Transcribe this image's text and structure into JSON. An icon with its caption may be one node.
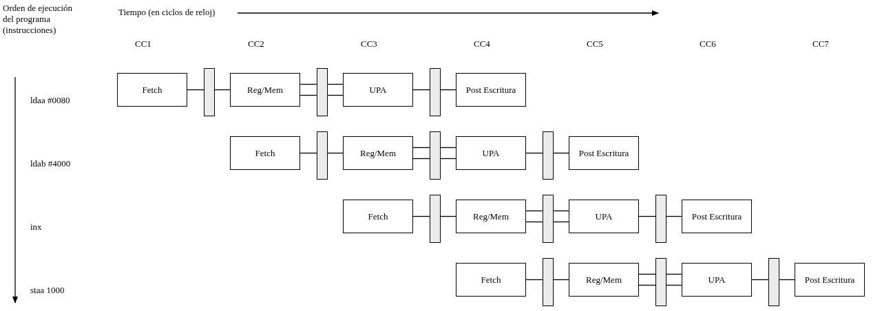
{
  "diagram": {
    "nodes": [
      {
        "text": [
          "Fetch"
        ]
      },
      {
        "text": [],
        "shape": "bar"
      },
      {
        "text": [
          "Reg/Mem"
        ]
      },
      {
        "text": [],
        "shape": "bar"
      },
      {
        "text": [
          "UPA"
        ]
      },
      {
        "text": [],
        "shape": "bar"
      },
      {
        "text": [
          "Post Escritura"
        ]
      },
      {
        "text": [
          "Fetch"
        ]
      },
      {
        "text": [],
        "shape": "bar"
      },
      {
        "text": [
          "Reg/Mem"
        ]
      },
      {
        "text": [],
        "shape": "bar"
      },
      {
        "text": [
          "UPA"
        ]
      },
      {
        "text": [],
        "shape": "bar"
      },
      {
        "text": [
          "Post Escritura"
        ]
      },
      {
        "text": [
          "Fetch"
        ]
      },
      {
        "text": [],
        "shape": "bar"
      },
      {
        "text": [
          "Reg/Mem"
        ]
      },
      {
        "text": [],
        "shape": "bar"
      },
      {
        "text": [
          "UPA"
        ]
      },
      {
        "text": [],
        "shape": "bar"
      },
      {
        "text": [
          "Post Escritura"
        ]
      },
      {
        "text": [
          "Fetch"
        ]
      },
      {
        "text": [],
        "shape": "bar"
      },
      {
        "text": [
          "Reg/Mem"
        ]
      },
      {
        "text": [],
        "shape": "bar"
      },
      {
        "text": [
          "UPA"
        ]
      },
      {
        "text": [],
        "shape": "bar"
      },
      {
        "text": [
          "Post Escritura"
        ]
      }
    ],
    "edges": [
      {
        "from": 0,
        "to": 1,
        "arrow": "none"
      },
      {
        "from": 1,
        "to": 2,
        "arrow": "none"
      },
      {
        "from": 2,
        "to": 3,
        "arrow": "none"
      },
      {
        "from": 2,
        "to": 3,
        "arrow": "none"
      },
      {
        "from": 3,
        "to": 4,
        "arrow": "none"
      },
      {
        "from": 3,
        "to": 4,
        "arrow": "none"
      },
      {
        "from": 4,
        "to": 5,
        "arrow": "none"
      },
      {
        "from": 5,
        "to": 6,
        "arrow": "none"
      },
      {
        "from": 7,
        "to": 8,
        "arrow": "none"
      },
      {
        "from": 8,
        "to": 9,
        "arrow": "none"
      },
      {
        "from": 9,
        "to": 10,
        "arrow": "none"
      },
      {
        "from": 9,
        "to": 10,
        "arrow": "none"
      },
      {
        "from": 10,
        "to": 11,
        "arrow": "none"
      },
      {
        "from": 10,
        "to": 11,
        "arrow": "none"
      },
      {
        "from": 11,
        "to": 12,
        "arrow": "none"
      },
      {
        "from": 12,
        "to": 13,
        "arrow": "none"
      },
      {
        "from": 14,
        "to": 15,
        "arrow": "none"
      },
      {
        "from": 15,
        "to": 16,
        "arrow": "none"
      },
      {
        "from": 16,
        "to": 17,
        "arrow": "none"
      },
      {
        "from": 16,
        "to": 17,
        "arrow": "none"
      },
      {
        "from": 17,
        "to": 18,
        "arrow": "none"
      },
      {
        "from": 17,
        "to": 18,
        "arrow": "none"
      },
      {
        "from": 18,
        "to": 19,
        "arrow": "none"
      },
      {
        "from": 19,
        "to": 20,
        "arrow": "none"
      },
      {
        "from": 21,
        "to": 22,
        "arrow": "none"
      },
      {
        "from": 22,
        "to": 23,
        "arrow": "none"
      },
      {
        "from": 23,
        "to": 24,
        "arrow": "none"
      },
      {
        "from": 23,
        "to": 24,
        "arrow": "none"
      },
      {
        "from": 24,
        "to": 25,
        "arrow": "none"
      },
      {
        "from": 24,
        "to": 25,
        "arrow": "none"
      },
      {
        "from": 25,
        "to": 26,
        "arrow": "none"
      },
      {
        "from": 26,
        "to": 27,
        "arrow": "none"
      }
    ],
    "labels": [
      "Orden de ejecución del programa (instrucciones)",
      "Tiempo (en ciclos de reloj)",
      "CC1",
      "CC2",
      "CC3",
      "CC4",
      "CC5",
      "CC6",
      "CC7",
      "ldaa #0080",
      "ldab #4000",
      "inx",
      "staa 1000"
    ]
  }
}
